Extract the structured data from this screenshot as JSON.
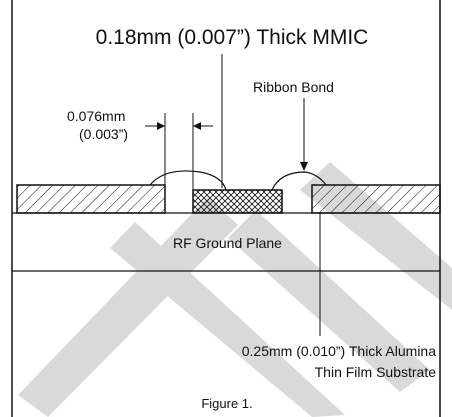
{
  "diagram": {
    "title": "0.18mm (0.007”) Thick MMIC",
    "gap_dimension": [
      "0.076mm",
      "(0.003”)"
    ],
    "ribbon_label": "Ribbon Bond",
    "ground_label": "RF Ground Plane",
    "substrate_label": [
      "0.25mm (0.010”) Thick Alumina",
      "Thin Film Substrate"
    ],
    "figure_caption": "Figure 1.",
    "watermark_color": "#d9d9d9"
  }
}
